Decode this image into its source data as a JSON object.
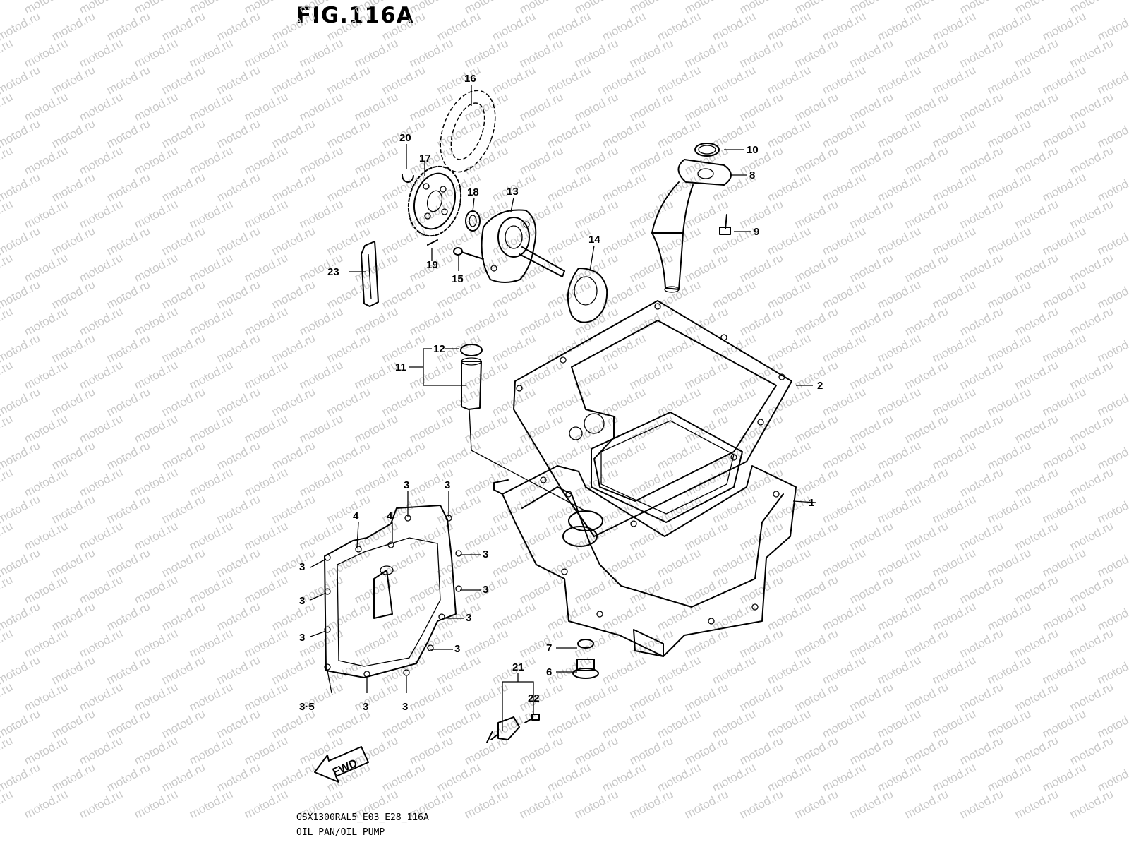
{
  "figure_title": "FIG.116A",
  "watermark_text": "motod.ru",
  "footer": {
    "code": "GSX1300RAL5_E03_E28_116A",
    "title": "OIL PAN/OIL PUMP"
  },
  "fwd_label": "FWD",
  "callouts": [
    "1",
    "2",
    "3",
    "4",
    "3·5",
    "6",
    "7",
    "8",
    "9",
    "10",
    "11",
    "12",
    "13",
    "14",
    "15",
    "16",
    "17",
    "18",
    "19",
    "20",
    "21",
    "22",
    "23"
  ],
  "colors": {
    "line": "#000000",
    "watermark": "#c8c8c8",
    "background": "#ffffff"
  }
}
